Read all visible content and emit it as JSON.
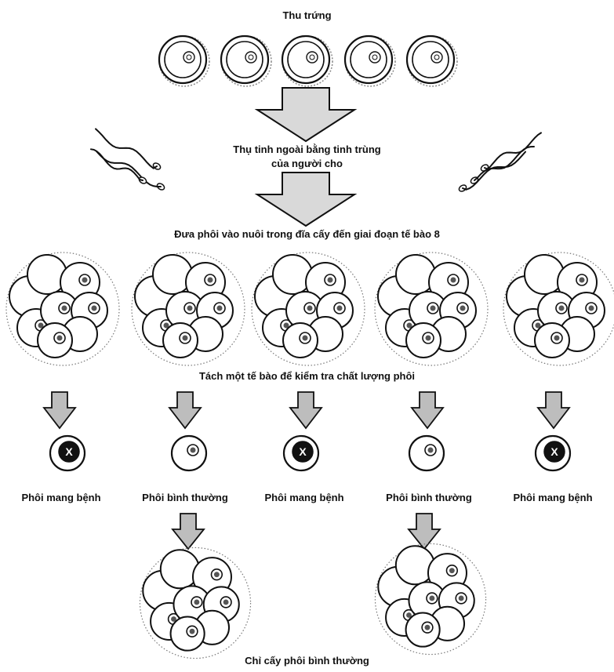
{
  "steps": {
    "egg_collection": "Thu trứng",
    "fertilization_line1": "Thụ tinh ngoài bằng tinh trùng",
    "fertilization_line2": "của người cho",
    "culture": "Đưa phôi vào nuôi trong đĩa cấy đến giai đoạn tế bào 8",
    "biopsy": "Tách một tế bào để kiểm tra chất lượng phôi",
    "transfer": "Chỉ cấy phôi bình thường"
  },
  "results": [
    {
      "label": "Phôi mang bệnh",
      "status": "diseased",
      "marker": "X"
    },
    {
      "label": "Phôi bình thường",
      "status": "normal",
      "marker": ""
    },
    {
      "label": "Phôi mang bệnh",
      "status": "diseased",
      "marker": "X"
    },
    {
      "label": "Phôi bình thường",
      "status": "normal",
      "marker": ""
    },
    {
      "label": "Phôi mang bệnh",
      "status": "diseased",
      "marker": "X"
    }
  ],
  "colors": {
    "line": "#111111",
    "arrow_fill": "#d9d9d9",
    "small_arrow_fill": "#bdbdbd",
    "diseased_nucleus": "#111111"
  }
}
